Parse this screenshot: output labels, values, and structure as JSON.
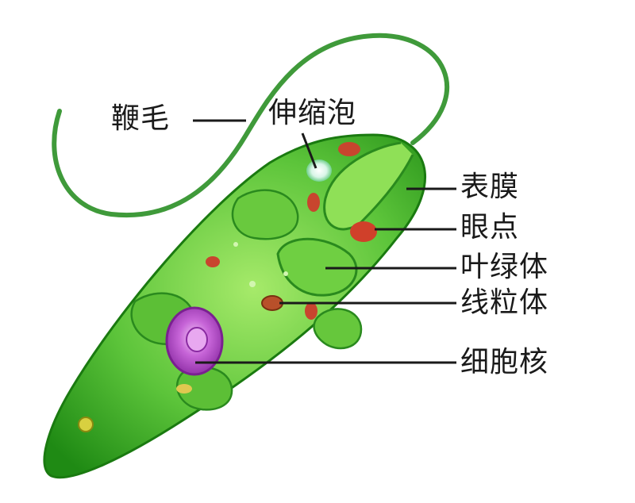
{
  "diagram": {
    "labels": {
      "flagellum": "鞭毛",
      "contractile_vacuole": "伸缩泡",
      "pellicle": "表膜",
      "eyespot": "眼点",
      "chloroplast": "叶绿体",
      "mitochondrion": "线粒体",
      "nucleus": "细胞核"
    },
    "colors": {
      "body_dark": "#1f8a14",
      "body_light": "#7fd84a",
      "eyespot": "#d0402a",
      "nucleus": "#b04cc8",
      "flagellum": "#3f9a3a",
      "leader_line": "#1a1a1a"
    }
  }
}
